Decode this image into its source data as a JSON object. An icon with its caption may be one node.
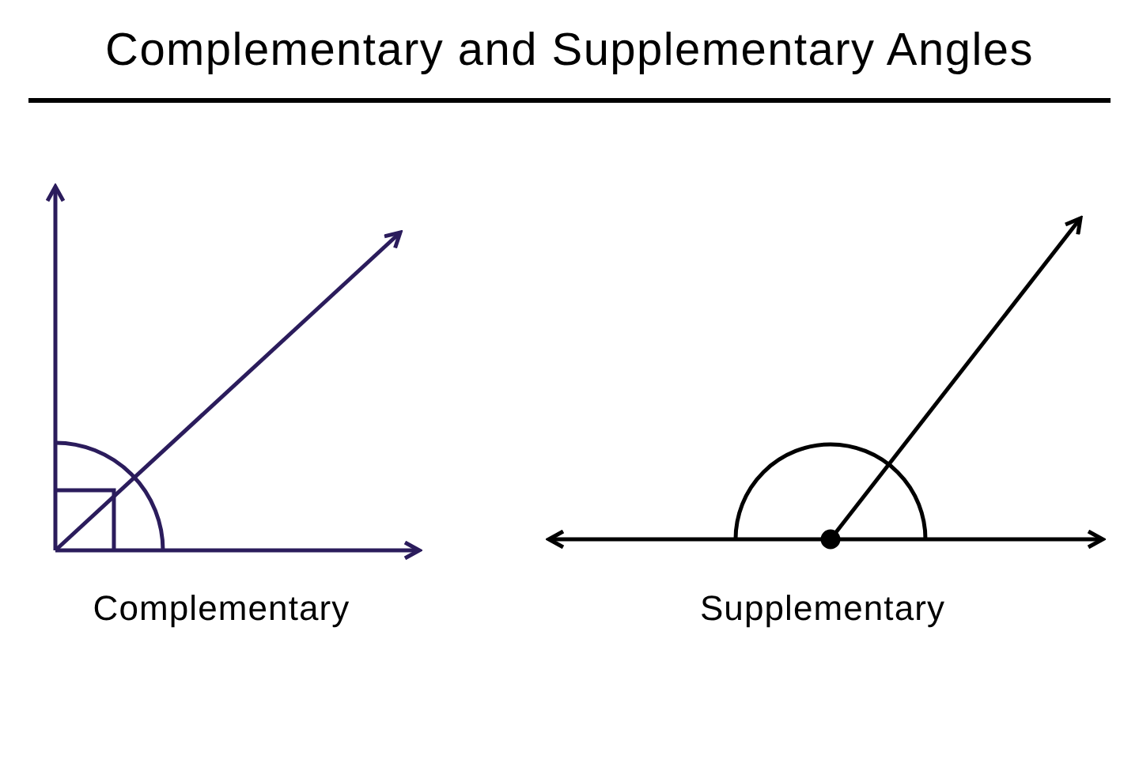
{
  "diagram": {
    "title": "Complementary and Supplementary Angles",
    "labels": [
      "Complementary",
      "Supplementary"
    ]
  }
}
